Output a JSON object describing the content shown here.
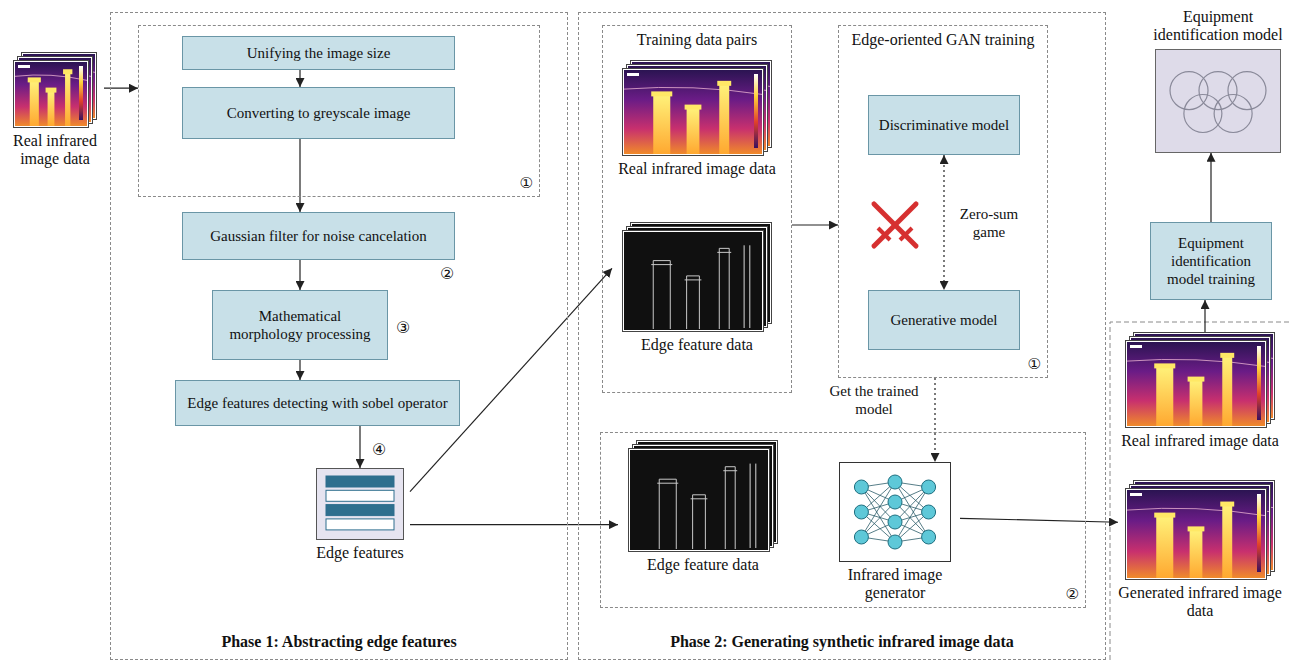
{
  "diagram": {
    "nodes": [
      {
        "text": [
          "Real infrared image data"
        ]
      },
      {
        "text": [
          "Phase 1: Abstracting edge features"
        ]
      },
      {
        "text": [
          "①"
        ],
        "in": 1
      },
      {
        "text": [
          "Unifying the image size"
        ],
        "in": 2
      },
      {
        "text": [
          "Converting to greyscale image"
        ],
        "in": 2
      },
      {
        "text": [
          "Gaussian filter for noise cancelation"
        ],
        "in": 1
      },
      {
        "text": [
          "Mathematical morphology processing"
        ],
        "in": 1
      },
      {
        "text": [
          "Edge features detecting with sobel operator"
        ],
        "in": 1
      },
      {
        "text": [
          "Edge features"
        ],
        "in": 1
      },
      {
        "text": [
          "Phase 2: Generating synthetic infrared image data"
        ]
      },
      {
        "text": [
          "Training data pairs"
        ],
        "in": 9
      },
      {
        "text": [
          "Real infrared image data"
        ],
        "in": 10
      },
      {
        "text": [
          "Edge feature data"
        ],
        "in": 10
      },
      {
        "text": [
          "Edge-oriented GAN training",
          "①"
        ],
        "in": 9
      },
      {
        "text": [
          "Discriminative model"
        ],
        "in": 13
      },
      {
        "text": [
          "Generative model"
        ],
        "in": 13
      },
      {
        "text": [
          "②"
        ],
        "in": 9
      },
      {
        "text": [
          "Edge feature data"
        ],
        "in": 16
      },
      {
        "text": [
          "Infrared image generator"
        ],
        "in": 16
      },
      {
        "text": [
          "Equipment identification model"
        ]
      },
      {
        "text": [
          "Equipment identification model training"
        ]
      },
      {
        "text": [
          "Real infrared image data"
        ]
      },
      {
        "text": [
          "Generated infrared image data"
        ]
      }
    ],
    "edges": [
      {
        "from": 0,
        "to": 2,
        "arrow": "to"
      },
      {
        "from": 3,
        "to": 4,
        "arrow": "to"
      },
      {
        "from": 4,
        "to": 5,
        "arrow": "to"
      },
      {
        "from": 5,
        "to": 6,
        "arrow": "to"
      },
      {
        "from": 6,
        "to": 7,
        "arrow": "to"
      },
      {
        "from": 7,
        "to": 8,
        "arrow": "to"
      },
      {
        "from": 8,
        "to": 12,
        "arrow": "to"
      },
      {
        "from": 8,
        "to": 17,
        "arrow": "to"
      },
      {
        "from": 10,
        "to": 13,
        "arrow": "to"
      },
      {
        "from": 14,
        "to": 15,
        "arrow": "both",
        "label": "Zero-sum game"
      },
      {
        "from": 13,
        "to": 18,
        "arrow": "to",
        "label": "Get the trained model"
      },
      {
        "from": 18,
        "to": 22,
        "arrow": "to"
      },
      {
        "from": 21,
        "to": 20,
        "arrow": "to"
      },
      {
        "from": 20,
        "to": 19,
        "arrow": "to"
      }
    ],
    "labels": [
      "②",
      "③",
      "④"
    ]
  }
}
